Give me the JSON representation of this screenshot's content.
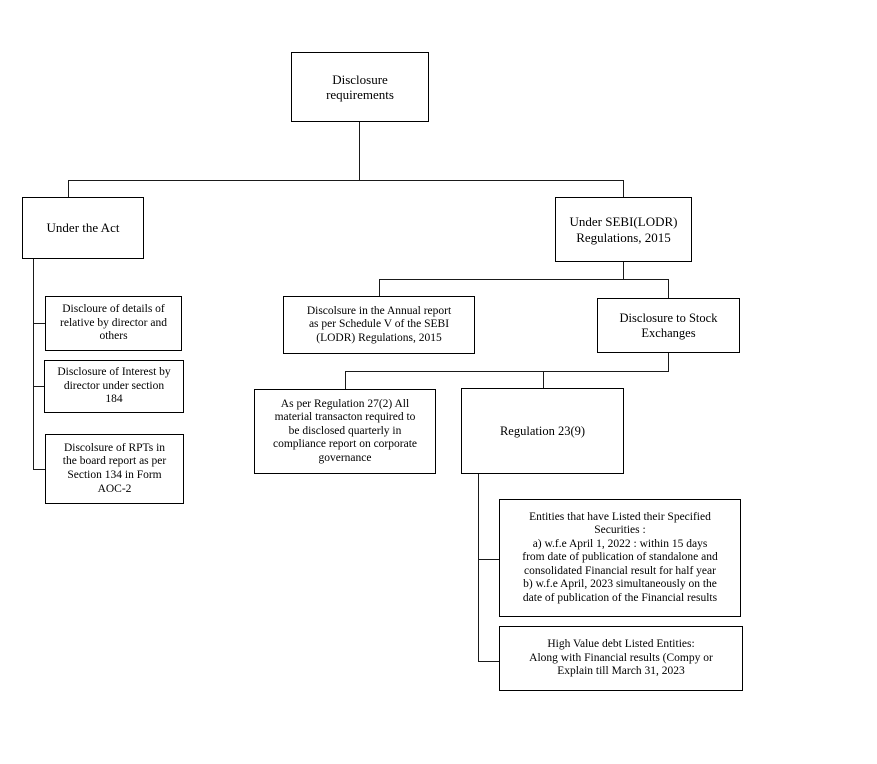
{
  "diagram": {
    "title": "Disclosure requirements",
    "type": "flowchart",
    "orientation": "top-down"
  },
  "nodes": {
    "root": {
      "id": "root",
      "label": "Disclosure\nrequirements",
      "level": 0
    },
    "under_act": {
      "id": "under-the-act",
      "label": "Under the Act",
      "level": 1
    },
    "under_sebi": {
      "id": "under-sebi-lodr",
      "label": "Under SEBI(LODR)\nRegulations,  2015",
      "level": 1
    },
    "relative_details": {
      "id": "disclosure-relative-details",
      "label": "Discloure of details  of\nrelative by director and\nothers",
      "level": 2
    },
    "interest_184": {
      "id": "disclosure-interest-section-184",
      "label": "Disclosure of Interest by\ndirector under section\n184",
      "level": 2
    },
    "rpt_aoc2": {
      "id": "disclosure-rpt-aoc2",
      "label": "Discolsure of RPTs in\nthe board report as per\nSection 134 in Form\nAOC-2",
      "level": 2
    },
    "annual_report": {
      "id": "disclosure-annual-report-schedule-v",
      "label": "Discolsure in  the Annual  report\nas per  Schedule V  of the SEBI\n(LODR) Regulations,  2015",
      "level": 2
    },
    "stock_exchanges": {
      "id": "disclosure-to-stock-exchanges",
      "label": "Disclosure to Stock\nExchanges",
      "level": 2
    },
    "regulation_27_2": {
      "id": "regulation-27-2",
      "label": "As per Regulation  27(2) All\nmaterial transacton required to\nbe disclosed quarterly in\ncompliance report on corporate\ngovernance",
      "level": 3
    },
    "regulation_23_9": {
      "id": "regulation-23-9",
      "label": "Regulation  23(9)",
      "level": 3
    },
    "listed_specified_securities": {
      "id": "entities-listed-specified-securities",
      "label": "Entities that have Listed their Specified\nSecurities :\n a) w.f.e April 1, 2022 : within 15 days\nfrom date of publication of standalone and\nconsolidated  Financial result for half year\nb) w.f.e April, 2023  simultaneously on the\ndate of publication of the Financial  results",
      "level": 4
    },
    "high_value_debt": {
      "id": "high-value-debt-listed-entities",
      "label": "High  Value  debt Listed Entities:\nAlong with Financial results (Compy or\nExplain  till March 31, 2023",
      "level": 4
    }
  },
  "colors": {
    "background": "#ffffff",
    "border": "#000000",
    "connector": "#1a1a1a",
    "text": "#000000"
  }
}
